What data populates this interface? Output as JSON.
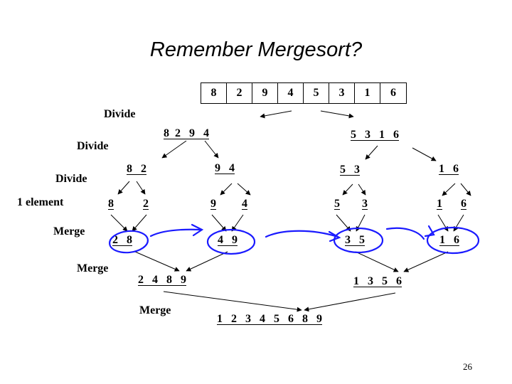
{
  "slide": {
    "title": "Remember Mergesort?",
    "array": [
      "8",
      "2",
      "9",
      "4",
      "5",
      "3",
      "1",
      "6"
    ],
    "labels": {
      "divide1": "Divide",
      "divide2": "Divide",
      "divide3": "Divide",
      "one_element": "1 element",
      "merge1": "Merge",
      "merge2": "Merge",
      "merge3": "Merge"
    },
    "level1": {
      "left": "8  2   9   4",
      "right": "5   3   1   6"
    },
    "level2": {
      "a": "8   2",
      "b": "9   4",
      "c": "5   3",
      "d": "1   6"
    },
    "singles": [
      "8",
      "2",
      "9",
      "4",
      "5",
      "3",
      "1",
      "6"
    ],
    "merge_pairs": {
      "a": "2   8",
      "b": "4   9",
      "c": "3   5",
      "d": "1   6"
    },
    "merge_halves": {
      "left": "2   4   8   9",
      "right": "1   3   5   6"
    },
    "final": "1   2   3   4   5   6   8   9",
    "page_number": "26"
  }
}
